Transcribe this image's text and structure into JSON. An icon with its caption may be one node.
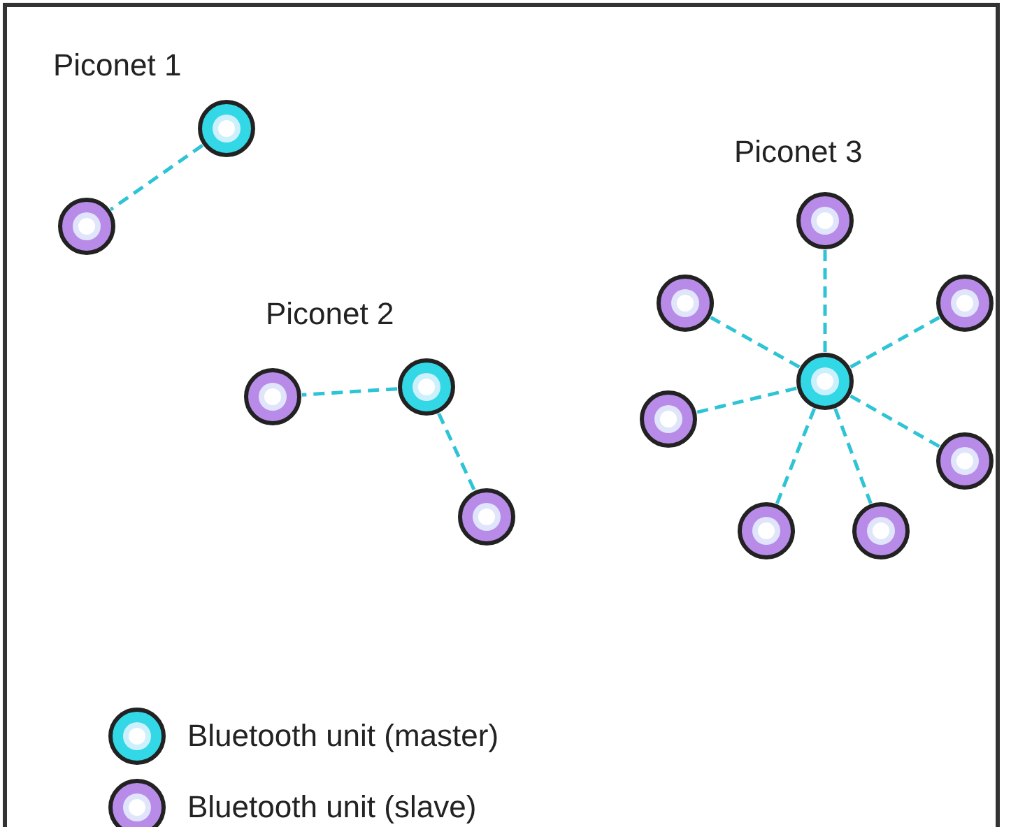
{
  "diagram": {
    "nodes": [
      {
        "text": [],
        "shape": "circle"
      },
      {
        "text": [],
        "shape": "circle"
      },
      {
        "text": [],
        "shape": "circle"
      },
      {
        "text": [],
        "shape": "circle"
      },
      {
        "text": [],
        "shape": "circle"
      },
      {
        "text": [],
        "shape": "circle"
      },
      {
        "text": [],
        "shape": "circle"
      },
      {
        "text": [],
        "shape": "circle"
      },
      {
        "text": [],
        "shape": "circle"
      },
      {
        "text": [],
        "shape": "circle"
      },
      {
        "text": [],
        "shape": "circle"
      },
      {
        "text": [],
        "shape": "circle"
      },
      {
        "text": [],
        "shape": "circle"
      }
    ],
    "edges": [
      {
        "from": 0,
        "to": 1,
        "arrow": "none",
        "style": "dashed"
      },
      {
        "from": 3,
        "to": 2,
        "arrow": "none",
        "style": "dashed"
      },
      {
        "from": 3,
        "to": 4,
        "arrow": "none",
        "style": "dashed"
      },
      {
        "from": 8,
        "to": 5,
        "arrow": "none",
        "style": "dashed"
      },
      {
        "from": 8,
        "to": 6,
        "arrow": "none",
        "style": "dashed"
      },
      {
        "from": 8,
        "to": 7,
        "arrow": "none",
        "style": "dashed"
      },
      {
        "from": 8,
        "to": 9,
        "arrow": "none",
        "style": "dashed"
      },
      {
        "from": 8,
        "to": 10,
        "arrow": "none",
        "style": "dashed"
      },
      {
        "from": 8,
        "to": 11,
        "arrow": "none",
        "style": "dashed"
      },
      {
        "from": 8,
        "to": 12,
        "arrow": "none",
        "style": "dashed"
      }
    ],
    "labels": [
      "Piconet 1",
      "Piconet 3",
      "Piconet 2"
    ],
    "legend": [
      {
        "text": "Bluetooth unit (master)",
        "color": "#33d8e6"
      },
      {
        "text": "Bluetooth unit (slave)",
        "color": "#b98be8"
      }
    ]
  }
}
